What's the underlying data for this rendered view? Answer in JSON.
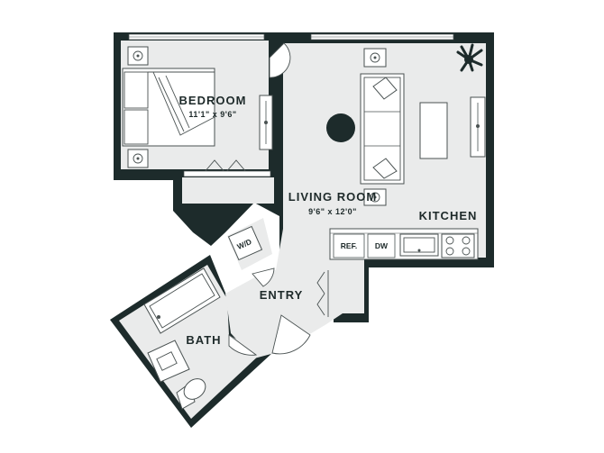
{
  "rooms": {
    "bedroom": {
      "name": "BEDROOM",
      "dims": "11'1\" x 9'6\""
    },
    "living": {
      "name": "LIVING ROOM",
      "dims": "9'6\" x 12'0\""
    },
    "kitchen": {
      "name": "KITCHEN"
    },
    "entry": {
      "name": "ENTRY"
    },
    "bath": {
      "name": "BATH"
    }
  },
  "appliances": {
    "washer_dryer": "W/D",
    "refrigerator": "REF.",
    "dishwasher": "DW"
  },
  "colors": {
    "wall": "#1d2b2b",
    "floor": "#eaebeb",
    "fixture": "#ffffff"
  }
}
